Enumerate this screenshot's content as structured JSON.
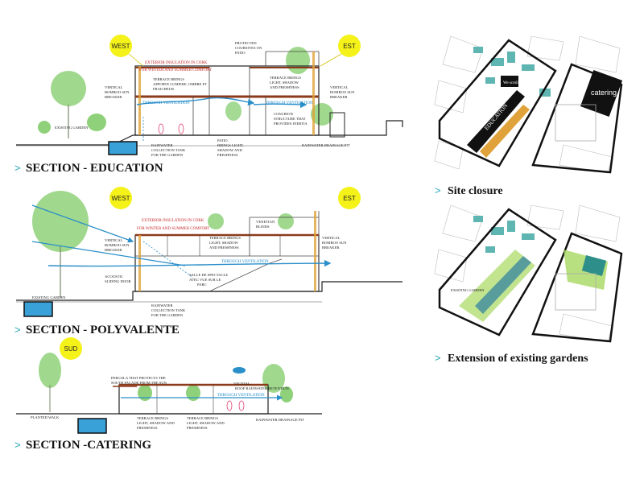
{
  "sections": [
    {
      "id": "education",
      "title": "SECTION -  EDUCATION",
      "suns": [
        "WEST",
        "EST"
      ],
      "insulation": [
        "EXTERIOR INSULATION IN CORK",
        "FOR WINTER AND SUMMER COMFORT"
      ],
      "ventilation": [
        "THROUGH VENTILATION",
        "THROUGH VENTILATION"
      ],
      "labels": {
        "sun_breaker_left": [
          "VERTICAL",
          "BOMBOO SUN",
          "BREAKER"
        ],
        "sun_breaker_right": [
          "VERTICAL",
          "BOMBOO SUN",
          "BREAKER"
        ],
        "terrace_left": [
          "TERRACE BRINGS",
          "APPORTE LUMIERE, OMBRE ET",
          "FRAICHEUR"
        ],
        "terrace_right": [
          "TERRACE BRINGS",
          "LIGHT, SHADOW",
          "AND FRESHNESS"
        ],
        "protected": [
          "PROTECTED",
          "COURSIVES ON",
          "PATIO"
        ],
        "concrete": [
          "CONCRETE",
          "STRUCTURE THAT",
          "PROVIDES INERTIA"
        ],
        "garden": "EXISTING GARDEN",
        "tank": [
          "RAINWATER",
          "COLLECTION TANK",
          "FOR THE GARDEN"
        ],
        "patio": [
          "PATIO",
          "BRINGS LIGHT,",
          "SHADOW AND",
          "FRESHNESS"
        ],
        "drainage": "RAINWATER DRAINAGE PIT"
      }
    },
    {
      "id": "polyvalente",
      "title": "SECTION -  POLYVALENTE",
      "suns": [
        "WEST",
        "EST"
      ],
      "insulation": [
        "EXTERIOR INSULATION IN CORK",
        "FOR WINTER AND SUMMER COMFORT"
      ],
      "ventilation": [
        "THROUGH VENTILATION"
      ],
      "labels": {
        "sun_breaker_left": [
          "VERTICAL",
          "BOMBOO SUN",
          "BREAKER"
        ],
        "sun_breaker_right": [
          "VERTICAL",
          "BOMBOO SUN",
          "BREAKER"
        ],
        "terrace": [
          "TERRACE BRINGS",
          "LIGHT, SHADOW",
          "AND FRESHNESS"
        ],
        "venetian": [
          "VENETIAN",
          "BLINDS"
        ],
        "acoustic": [
          "ACOUSTIC",
          "SLIDING DOOR"
        ],
        "salle": [
          "SALLE DE SPECTACLE",
          "AVEC VUE SUR LE",
          "PARC"
        ],
        "garden": "EXISTING GARDEN",
        "tank": [
          "RAINWATER",
          "COLLECTION TANK",
          "FOR THE GARDEN"
        ]
      }
    },
    {
      "id": "catering",
      "title": "SECTION -CATERING",
      "suns": [
        "SUD"
      ],
      "ventilation": [
        "THROUGH VENTILATION"
      ],
      "labels": {
        "pergola": [
          "PERGOLA THAT PROTECTS THE",
          "SOUTH FACADE FROM THE SUN"
        ],
        "vegetal": [
          "VEGETAL",
          "ROOF RAINWATER RETENTION"
        ],
        "planted": "PLANTED WALK",
        "terrace_a": [
          "TERRACE BRINGS",
          "LIGHT, SHADOW AND",
          "FRESHNESS"
        ],
        "terrace_b": [
          "TERRACE BRINGS",
          "LIGHT, SHADOW AND",
          "FRESHNESS"
        ],
        "drainage": "RAINWATER DRAINAGE PIT"
      }
    }
  ],
  "maps": [
    {
      "id": "site-closure",
      "title": "Site closure",
      "labels": [
        "EDUCATION",
        "catering",
        "We scroll"
      ]
    },
    {
      "id": "gardens",
      "title": "Extension of existing gardens",
      "labels": [
        "EXISTING GARDEN"
      ]
    }
  ],
  "chevron": ">",
  "colors": {
    "tree": "#8fd17a",
    "sun": "#f5f21a",
    "water": "#3aa1d8",
    "ventilation": "#2b8fc9",
    "insulation_text": "#c62828",
    "building_teal": "#5fb5b1",
    "map_green": "#a8d860"
  }
}
